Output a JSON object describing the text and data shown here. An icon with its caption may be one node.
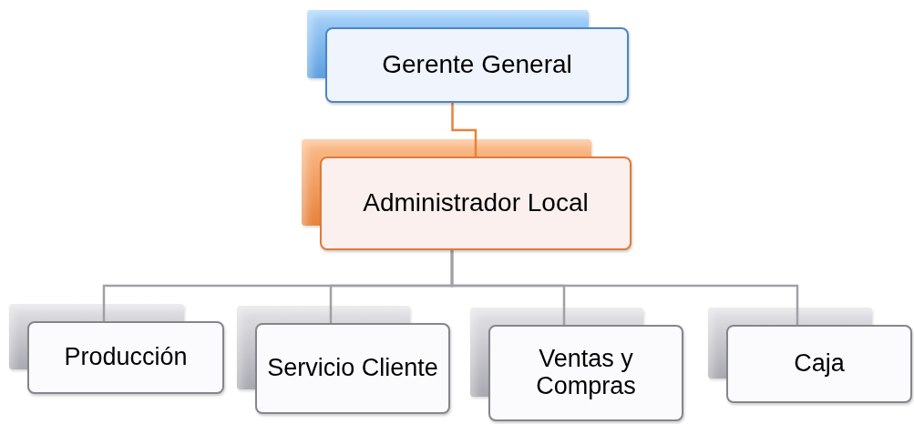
{
  "diagram": {
    "nodes": [
      {
        "text": [
          "Gerente General"
        ]
      },
      {
        "text": [
          "Administrador Local"
        ]
      },
      {
        "text": [
          "Producción"
        ]
      },
      {
        "text": [
          "Servicio Cliente"
        ]
      },
      {
        "text": [
          "Ventas y Compras"
        ]
      },
      {
        "text": [
          "Caja"
        ]
      }
    ],
    "edges": [
      {
        "from": 0,
        "to": 1,
        "arrow": "none",
        "color": "#e8823a"
      },
      {
        "from": 1,
        "to": 2,
        "arrow": "none"
      },
      {
        "from": 1,
        "to": 3,
        "arrow": "none"
      },
      {
        "from": 1,
        "to": 4,
        "arrow": "none"
      },
      {
        "from": 1,
        "to": 5,
        "arrow": "none"
      }
    ]
  }
}
